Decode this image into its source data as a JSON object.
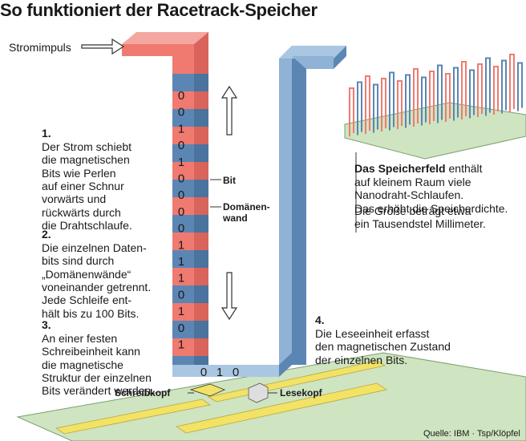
{
  "title": "So funktioniert der Racetrack-Speicher",
  "stromimpuls": "Stromimpuls",
  "steps": [
    {
      "num": "1.",
      "text": "Der Strom schiebt\ndie magnetischen\nBits wie Perlen\nauf einer Schnur\nvorwärts und\nrückwärts durch\ndie Drahtschlaufe."
    },
    {
      "num": "2.",
      "text": "Die einzelnen Daten-\nbits sind durch\n„Domänenwände“\nvoneinander getrennt.\nJede Schleife ent-\nhält bis zu 100 Bits."
    },
    {
      "num": "3.",
      "text": "An einer festen\nSchreibeinheit kann\ndie magnetische\nStruktur der einzelnen\nBits verändert werden."
    },
    {
      "num": "4.",
      "text": "Die Leseeinheit erfasst\nden magnetischen Zustand\nder einzelnen Bits."
    }
  ],
  "speicherfeld": {
    "bold": "Das Speicherfeld",
    "rest": " enthält\nauf kleinem Raum viele\nNanodraht-Schlaufen.\nDas erhöht die Speicherdichte.",
    "size_text": "Die Größe beträgt etwa\nein Tausendstel Millimeter."
  },
  "labels": {
    "bit": "Bit",
    "wall": "Domänen-\nwand",
    "write_head": "Schreibkopf",
    "read_head": "Lesekopf"
  },
  "bits_vertical": [
    "0",
    "0",
    "1",
    "0",
    "1",
    "0",
    "0",
    "0",
    "0",
    "1",
    "1",
    "1",
    "0",
    "1",
    "0",
    "1"
  ],
  "bits_bottom": [
    "0",
    "1",
    "0"
  ],
  "source": "Quelle: IBM · Tsp/Klöpfel",
  "colors": {
    "red": "#f07a70",
    "red_light": "#f4a7a0",
    "blue": "#5b86b4",
    "blue_light": "#a9c6e2",
    "green": "#c9dfb8",
    "yellow": "#f2e266"
  }
}
